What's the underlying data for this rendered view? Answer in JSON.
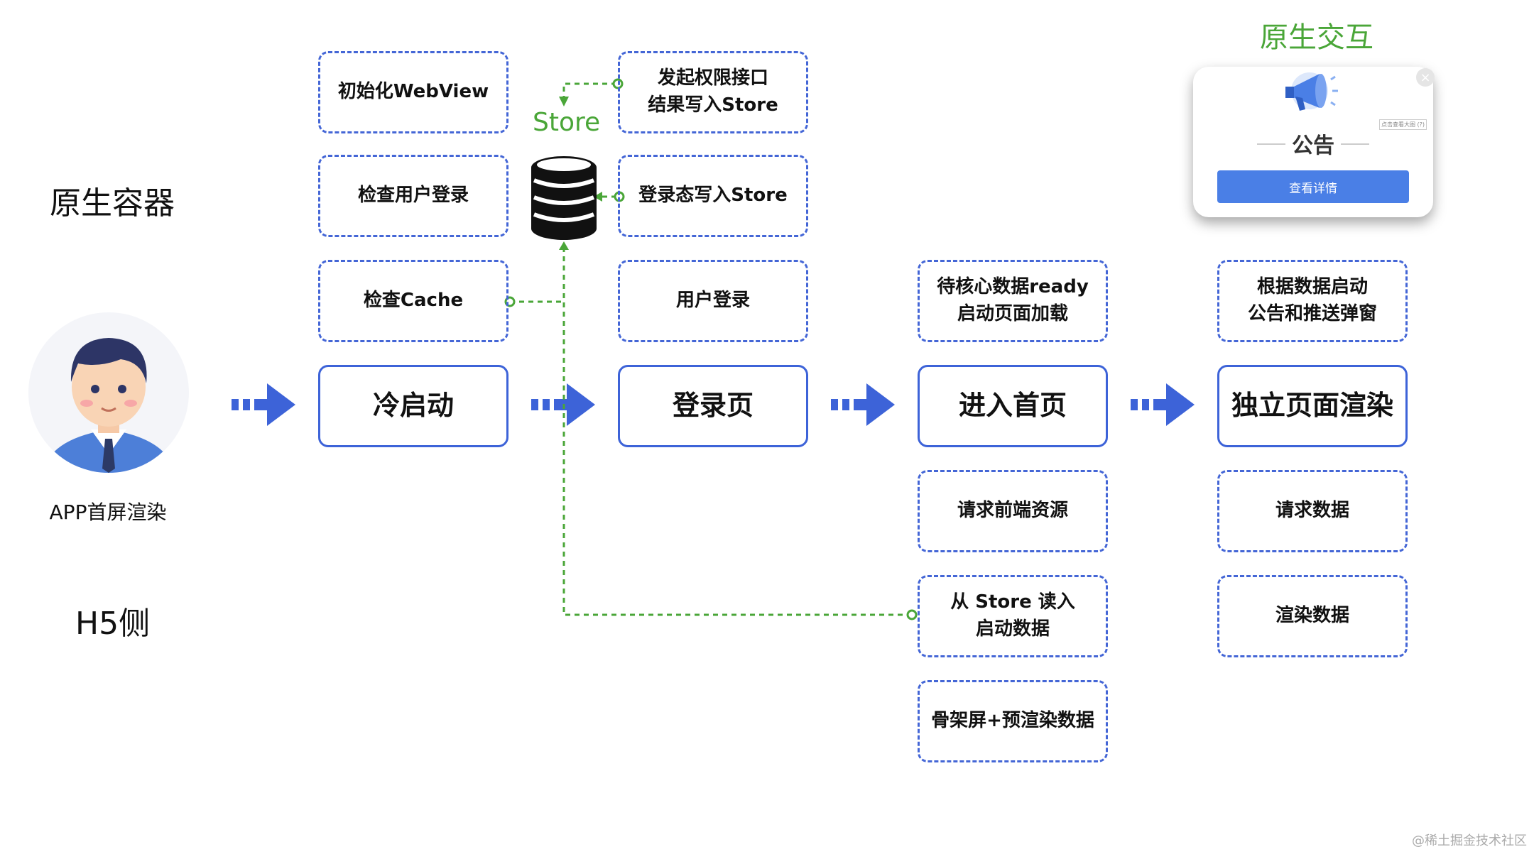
{
  "labels": {
    "native_container": "原生容器",
    "h5_side": "H5侧",
    "app_first_screen": "APP首屏渲染",
    "store": "Store",
    "native_interaction": "原生交互",
    "watermark": "@稀土掘金技术社区"
  },
  "stages": {
    "cold_start": "冷启动",
    "login_page": "登录页",
    "enter_home": "进入首页",
    "independent_render": "独立页面渲染"
  },
  "native_steps": {
    "init_webview": "初始化WebView",
    "check_user_login": "检查用户登录",
    "check_cache": "检查Cache",
    "permission_request": "发起权限接口\n结果写入Store",
    "login_state_store": "登录态写入Store",
    "user_login": "用户登录",
    "wait_core_data": "待核心数据ready\n启动页面加载",
    "start_popup": "根据数据启动\n公告和推送弹窗"
  },
  "h5_steps": {
    "request_frontend": "请求前端资源",
    "read_store": "从 Store 读入\n启动数据",
    "skeleton_prerender": "骨架屏+预渲染数据",
    "request_data": "请求数据",
    "render_data": "渲染数据"
  },
  "popup": {
    "title": "公告",
    "button": "查看详情",
    "close": "×",
    "tiny_label": "点击查看大图 (?)"
  },
  "colors": {
    "box_border": "#3d63d8",
    "arrow": "#3d63d8",
    "store_green": "#4aa638"
  }
}
